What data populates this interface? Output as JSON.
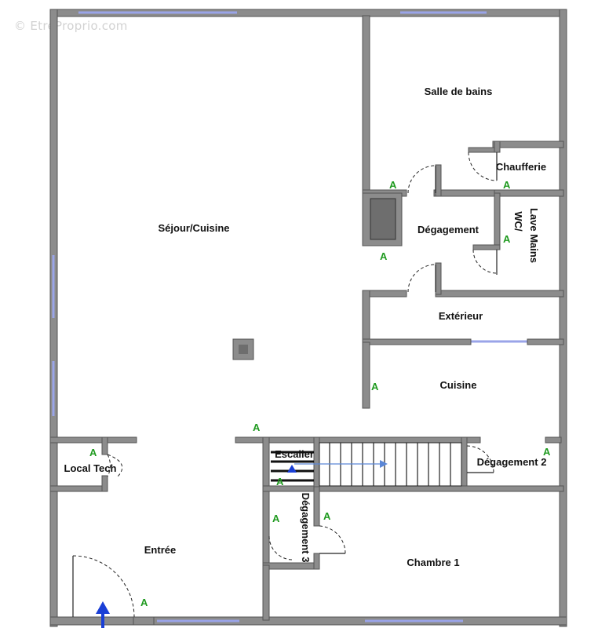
{
  "watermark": "© EtreProprio.com",
  "colors": {
    "wall": "#8c8c8c",
    "marker": "#1f9a1f",
    "window": "#9aa4e8",
    "arrow": "#1a3fd6",
    "stair_arrow": "#5a86d6"
  },
  "rooms": {
    "salle_de_bains": "Salle de bains",
    "chaufferie": "Chaufferie",
    "lave_mains": "Lave Mains",
    "wc": "WC/",
    "degagement": "Dégagement",
    "sejour_cuisine": "Séjour/Cuisine",
    "exterieur": "Extérieur",
    "cuisine": "Cuisine",
    "local_tech": "Local Tech",
    "escalier": "Escalier",
    "degagement_2": "Dégagement 2",
    "degagement_3": "Dégagement 3",
    "entree": "Entrée",
    "chambre_1": "Chambre 1"
  },
  "markers": {
    "label": "A"
  },
  "icons": {
    "entry_arrow": "arrow-up-icon",
    "stair_arrow": "arrow-right-icon",
    "stair_up": "arrow-up-icon"
  }
}
